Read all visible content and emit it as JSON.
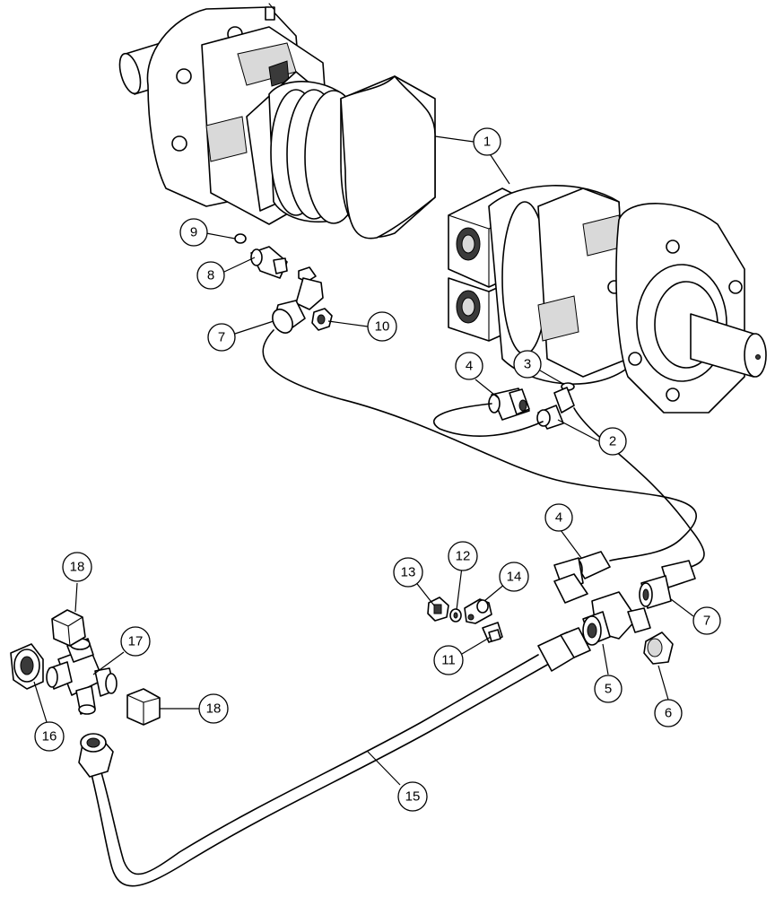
{
  "callouts": [
    {
      "id": "c1",
      "label": "1"
    },
    {
      "id": "c2",
      "label": "2"
    },
    {
      "id": "c3",
      "label": "3"
    },
    {
      "id": "c4a",
      "label": "4"
    },
    {
      "id": "c4b",
      "label": "4"
    },
    {
      "id": "c5",
      "label": "5"
    },
    {
      "id": "c6",
      "label": "6"
    },
    {
      "id": "c7a",
      "label": "7"
    },
    {
      "id": "c7b",
      "label": "7"
    },
    {
      "id": "c8",
      "label": "8"
    },
    {
      "id": "c9",
      "label": "9"
    },
    {
      "id": "c10",
      "label": "10"
    },
    {
      "id": "c11",
      "label": "11"
    },
    {
      "id": "c12",
      "label": "12"
    },
    {
      "id": "c13",
      "label": "13"
    },
    {
      "id": "c14",
      "label": "14"
    },
    {
      "id": "c15",
      "label": "15"
    },
    {
      "id": "c16",
      "label": "16"
    },
    {
      "id": "c17",
      "label": "17"
    },
    {
      "id": "c18a",
      "label": "18"
    },
    {
      "id": "c18b",
      "label": "18"
    }
  ]
}
